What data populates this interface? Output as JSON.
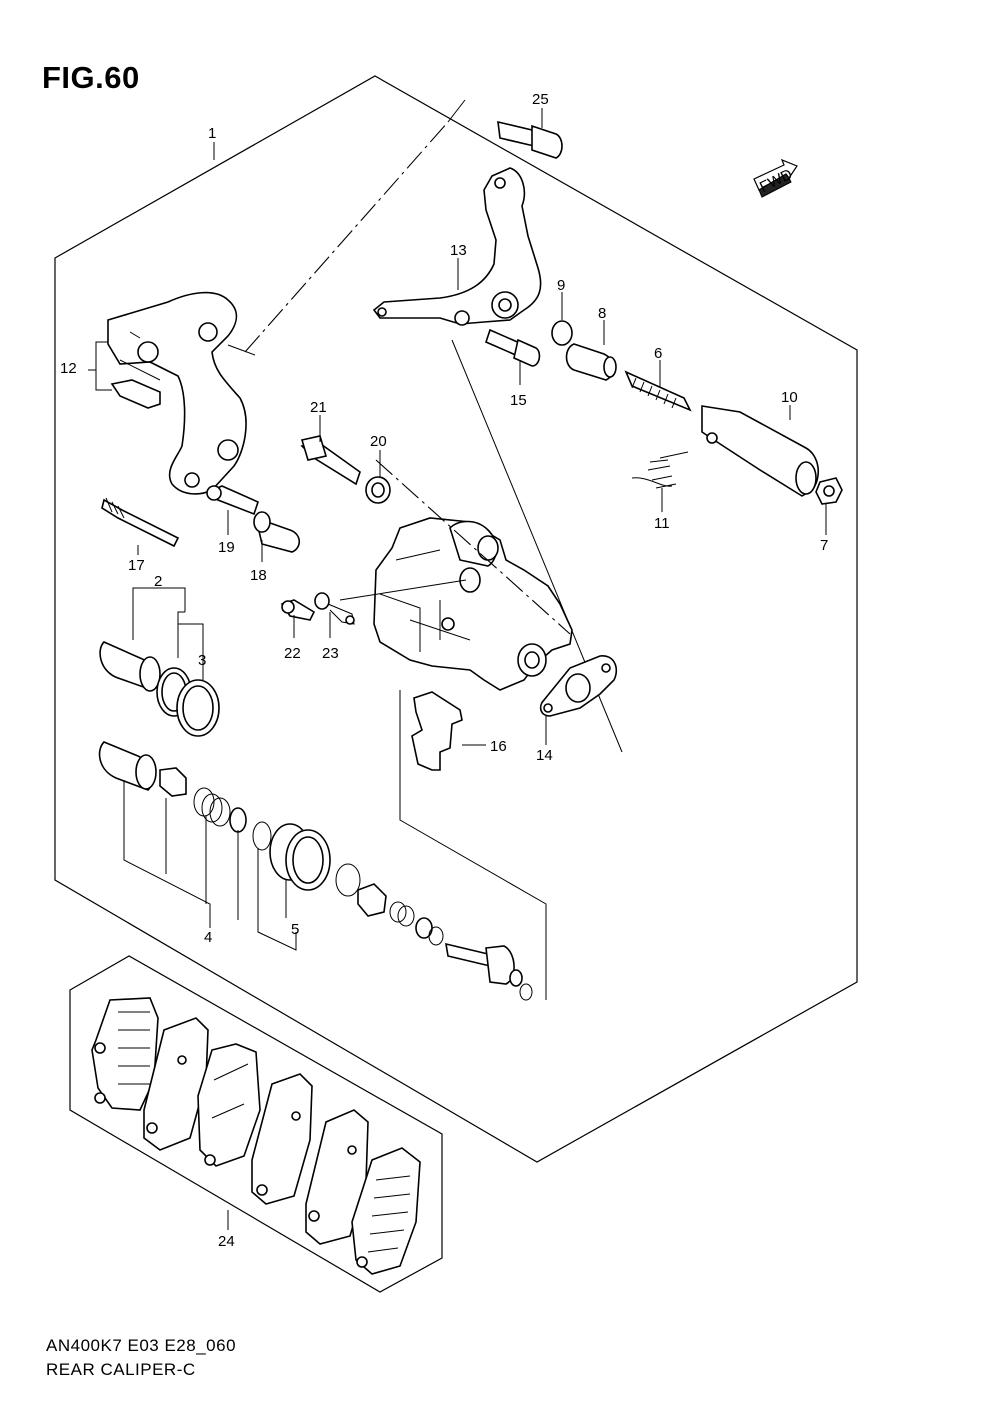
{
  "figure": {
    "title": "FIG.60",
    "fwd_label": "FWD"
  },
  "footer": {
    "model_code": "AN400K7 E03 E28_060",
    "part_name": "REAR CALIPER-C"
  },
  "callouts": [
    {
      "id": "c1",
      "label": "1"
    },
    {
      "id": "c2",
      "label": "2"
    },
    {
      "id": "c3",
      "label": "3"
    },
    {
      "id": "c4",
      "label": "4"
    },
    {
      "id": "c5",
      "label": "5"
    },
    {
      "id": "c6",
      "label": "6"
    },
    {
      "id": "c7",
      "label": "7"
    },
    {
      "id": "c8",
      "label": "8"
    },
    {
      "id": "c9",
      "label": "9"
    },
    {
      "id": "c10",
      "label": "10"
    },
    {
      "id": "c11",
      "label": "11"
    },
    {
      "id": "c12",
      "label": "12"
    },
    {
      "id": "c13",
      "label": "13"
    },
    {
      "id": "c14",
      "label": "14"
    },
    {
      "id": "c15",
      "label": "15"
    },
    {
      "id": "c16",
      "label": "16"
    },
    {
      "id": "c17",
      "label": "17"
    },
    {
      "id": "c18",
      "label": "18"
    },
    {
      "id": "c19",
      "label": "19"
    },
    {
      "id": "c20",
      "label": "20"
    },
    {
      "id": "c21",
      "label": "21"
    },
    {
      "id": "c22",
      "label": "22"
    },
    {
      "id": "c23",
      "label": "23"
    },
    {
      "id": "c24",
      "label": "24"
    },
    {
      "id": "c25",
      "label": "25"
    }
  ]
}
